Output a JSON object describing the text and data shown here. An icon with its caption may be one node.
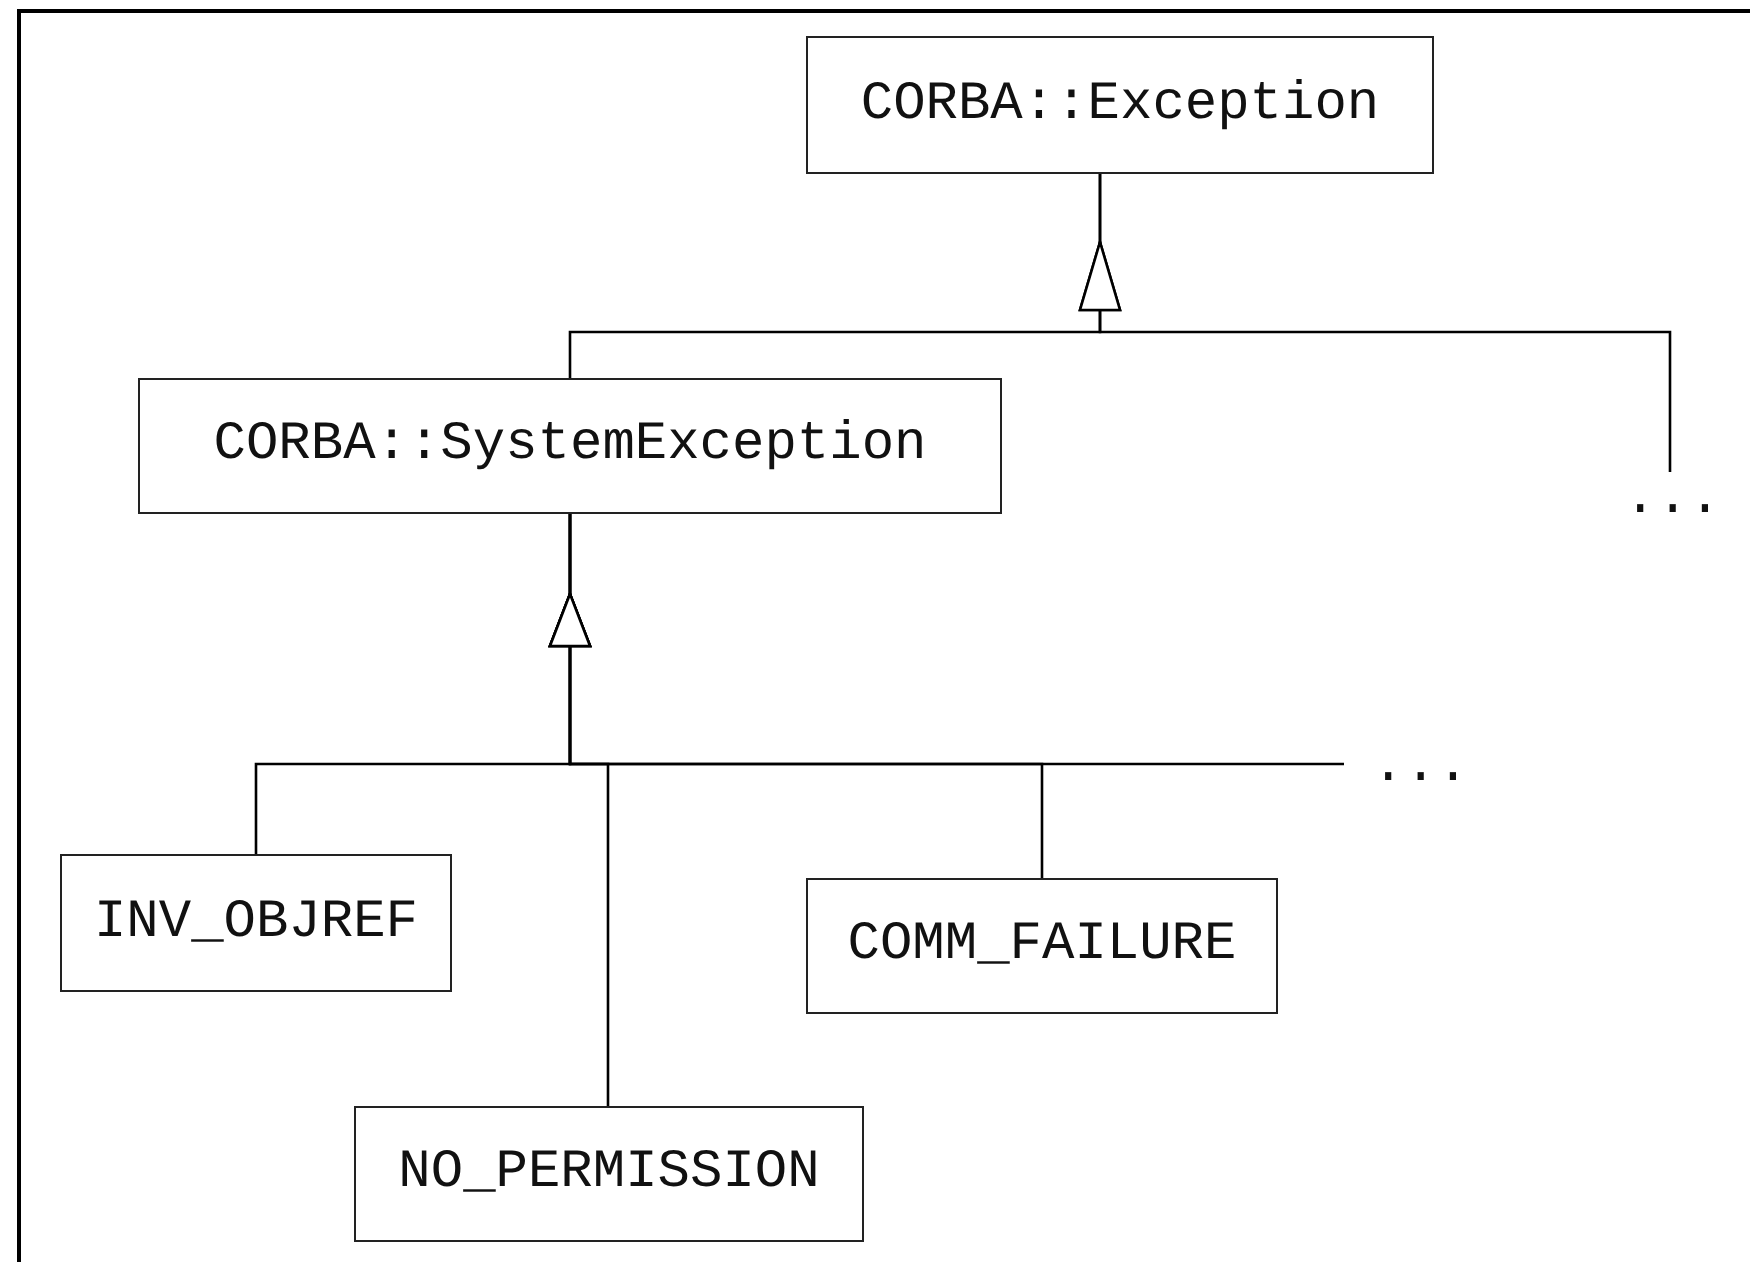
{
  "diagram": {
    "nodes": [
      {
        "text": [
          "CORBA::Exception"
        ]
      },
      {
        "text": [
          "CORBA::SystemException"
        ]
      },
      {
        "text": [
          "..."
        ]
      },
      {
        "text": [
          "..."
        ]
      },
      {
        "text": [
          "INV_OBJREF"
        ]
      },
      {
        "text": [
          "COMM_FAILURE"
        ]
      },
      {
        "text": [
          "NO_PERMISSION"
        ]
      }
    ],
    "edges": [
      {
        "from": 1,
        "to": 0,
        "arrow": "to"
      },
      {
        "from": 2,
        "to": 0,
        "arrow": "to"
      },
      {
        "from": 4,
        "to": 1,
        "arrow": "to"
      },
      {
        "from": 6,
        "to": 1,
        "arrow": "to"
      },
      {
        "from": 5,
        "to": 1,
        "arrow": "to"
      },
      {
        "from": 3,
        "to": 1,
        "arrow": "to"
      }
    ]
  }
}
